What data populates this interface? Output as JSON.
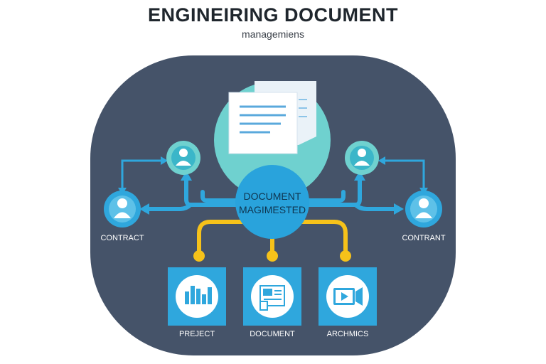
{
  "header": {
    "title": "ENGINEIRING DOCUMENT",
    "subtitle": "managemiens"
  },
  "center": {
    "line1": "DOCUMENT",
    "line2": "MAGIMESTED"
  },
  "side_nodes": {
    "left_label": "CONTRACT",
    "right_label": "CONTRANT"
  },
  "modules": [
    {
      "label": "PREJECT",
      "icon": "bar-chart-icon"
    },
    {
      "label": "DOCUMENT",
      "icon": "document-layout-icon"
    },
    {
      "label": "ARCHMICS",
      "icon": "video-icon"
    }
  ],
  "colors": {
    "panel": "#455369",
    "center_blue": "#29a3dc",
    "connector_blue": "#2fa7dd",
    "connector_yellow": "#f6c21a",
    "teal": "#6fd1cf",
    "module_tile": "#2fa7dd"
  }
}
